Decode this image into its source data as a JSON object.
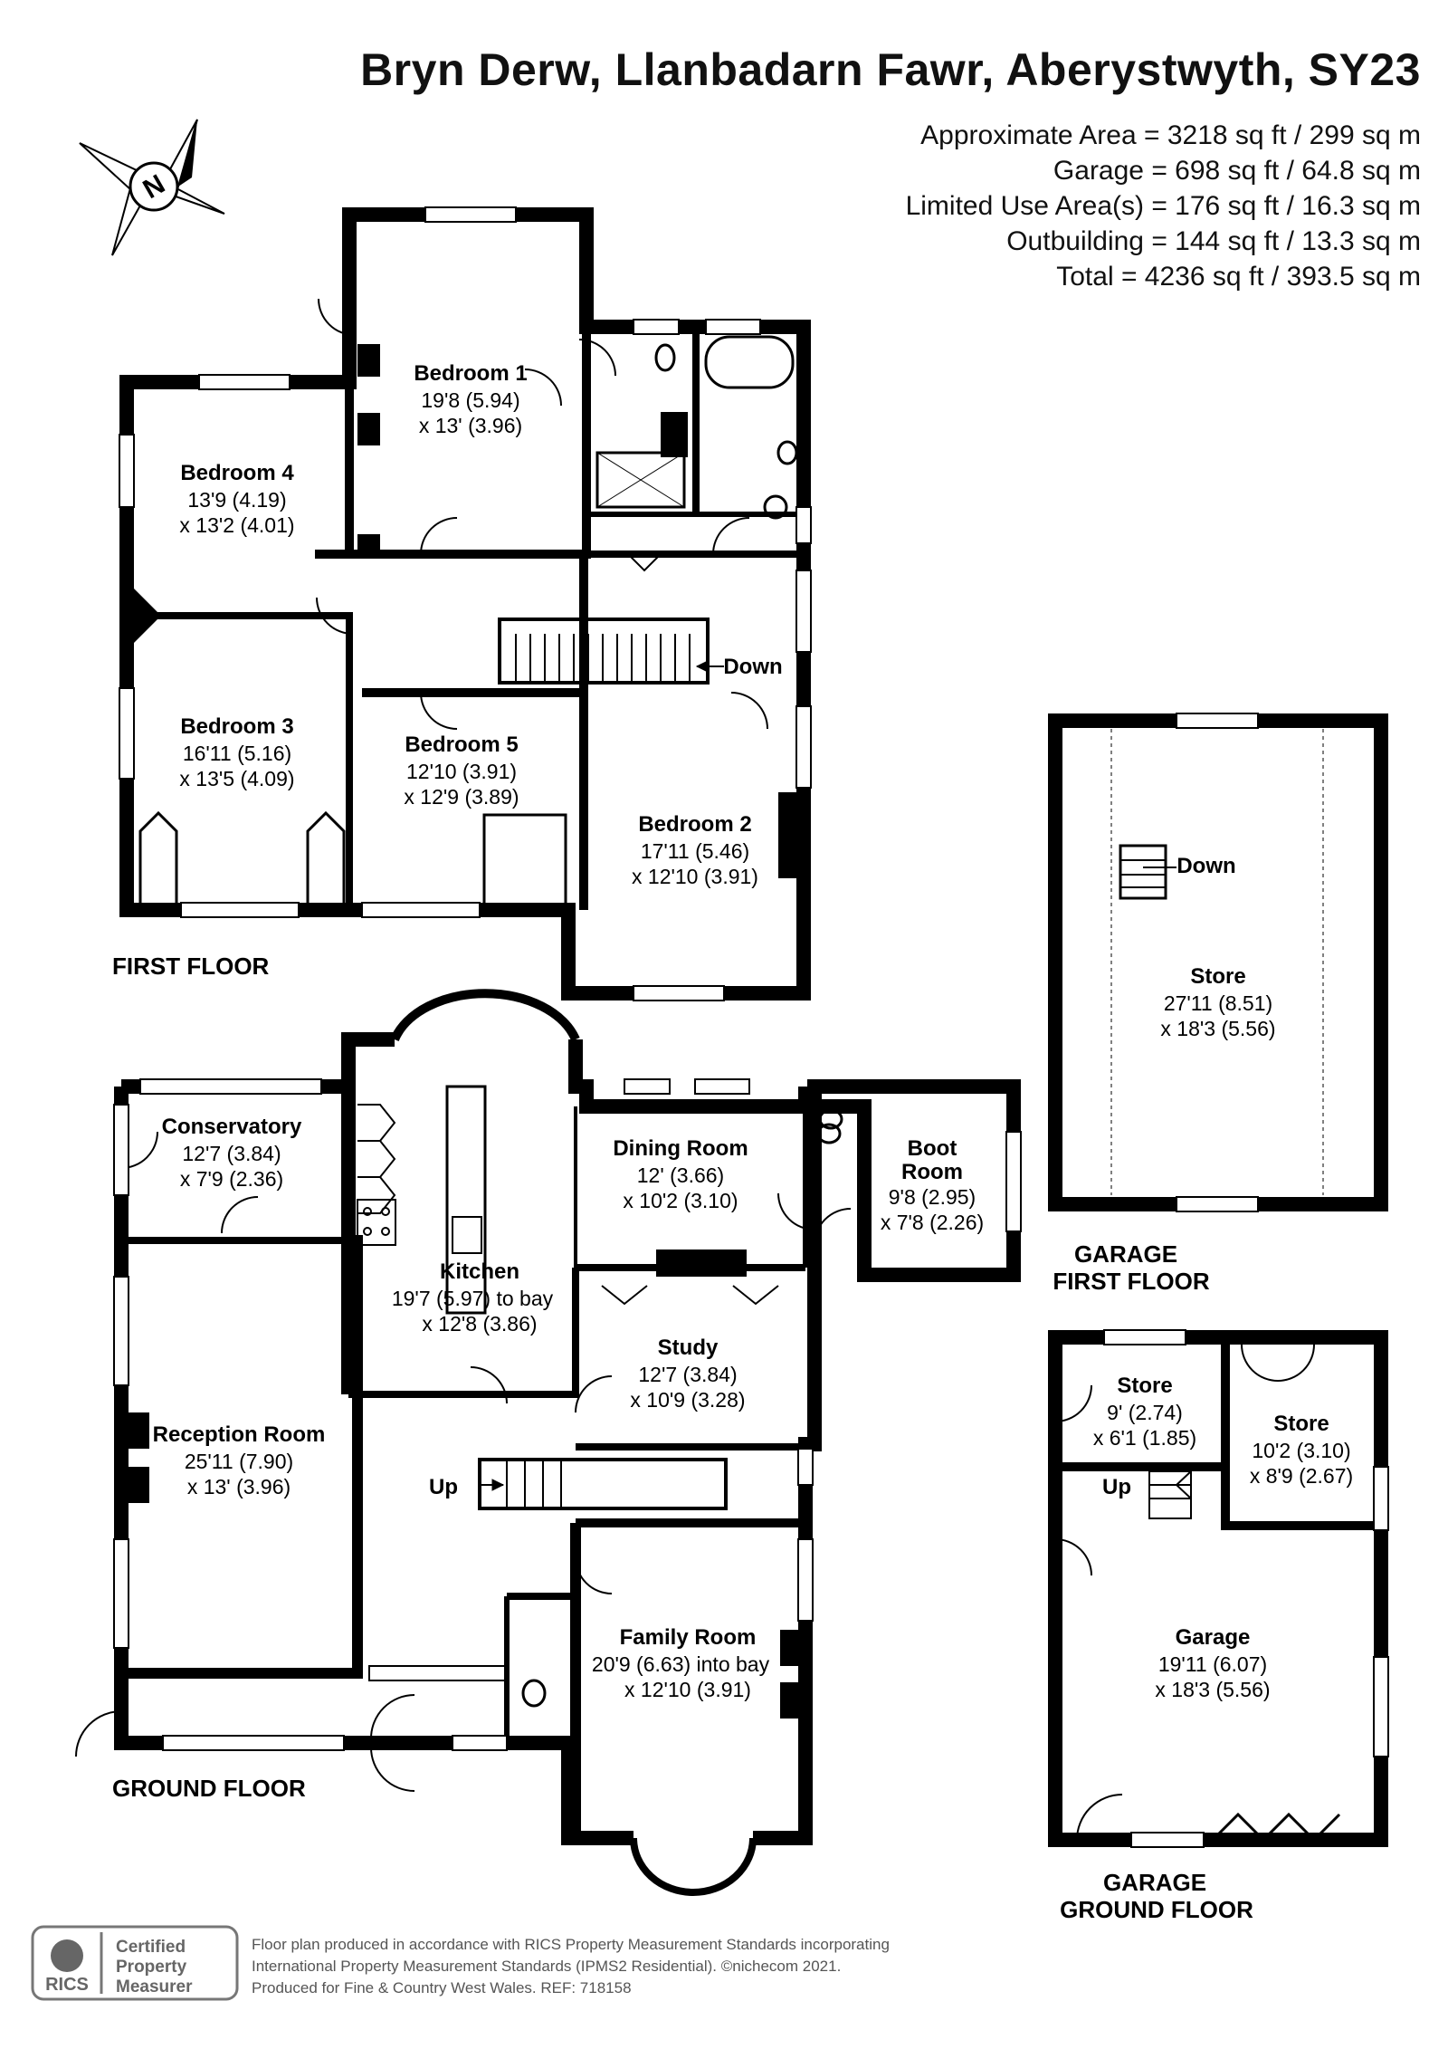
{
  "title": "Bryn Derw, Llanbadarn Fawr, Aberystwyth, SY23",
  "areas": [
    "Approximate Area = 3218 sq ft / 299 sq m",
    "Garage = 698 sq ft / 64.8 sq m",
    "Limited Use Area(s) = 176 sq ft / 16.3 sq m",
    "Outbuilding = 144 sq ft / 13.3 sq m",
    "Total = 4236 sq ft / 393.5 sq m"
  ],
  "compass": "N",
  "floors": {
    "first": "FIRST FLOOR",
    "ground": "GROUND FLOOR",
    "garage_first": [
      "GARAGE",
      "FIRST FLOOR"
    ],
    "garage_ground": [
      "GARAGE",
      "GROUND FLOOR"
    ]
  },
  "rooms": {
    "bedroom1": {
      "name": "Bedroom 1",
      "dims": [
        "19'8 (5.94)",
        "x 13' (3.96)"
      ]
    },
    "bedroom4": {
      "name": "Bedroom 4",
      "dims": [
        "13'9 (4.19)",
        "x 13'2 (4.01)"
      ]
    },
    "bedroom3": {
      "name": "Bedroom 3",
      "dims": [
        "16'11 (5.16)",
        "x 13'5 (4.09)"
      ]
    },
    "bedroom5": {
      "name": "Bedroom 5",
      "dims": [
        "12'10 (3.91)",
        "x 12'9 (3.89)"
      ]
    },
    "bedroom2": {
      "name": "Bedroom 2",
      "dims": [
        "17'11 (5.46)",
        "x 12'10 (3.91)"
      ]
    },
    "store_top": {
      "name": "Store",
      "dims": [
        "27'11 (8.51)",
        "x 18'3 (5.56)"
      ]
    },
    "conservatory": {
      "name": "Conservatory",
      "dims": [
        "12'7 (3.84)",
        "x 7'9 (2.36)"
      ]
    },
    "kitchen": {
      "name": "Kitchen",
      "dims": [
        "19'7 (5.97) to bay",
        "x 12'8 (3.86)"
      ]
    },
    "dining": {
      "name": "Dining Room",
      "dims": [
        "12' (3.66)",
        "x 10'2 (3.10)"
      ]
    },
    "boot": {
      "name": [
        "Boot",
        "Room"
      ],
      "dims": [
        "9'8 (2.95)",
        "x 7'8 (2.26)"
      ]
    },
    "study": {
      "name": "Study",
      "dims": [
        "12'7 (3.84)",
        "x 10'9 (3.28)"
      ]
    },
    "reception": {
      "name": "Reception Room",
      "dims": [
        "25'11 (7.90)",
        "x 13' (3.96)"
      ]
    },
    "family": {
      "name": "Family Room",
      "dims": [
        "20'9 (6.63) into bay",
        "x 12'10 (3.91)"
      ]
    },
    "store_small": {
      "name": "Store",
      "dims": [
        "9' (2.74)",
        "x 6'1 (1.85)"
      ]
    },
    "store_right": {
      "name": "Store",
      "dims": [
        "10'2 (3.10)",
        "x 8'9 (2.67)"
      ]
    },
    "garage": {
      "name": "Garage",
      "dims": [
        "19'11 (6.07)",
        "x 18'3 (5.56)"
      ]
    }
  },
  "stairs": {
    "down": "Down",
    "up": "Up"
  },
  "rics": {
    "logo": "RICS",
    "cert": [
      "Certified",
      "Property",
      "Measurer"
    ]
  },
  "footer": [
    "Floor plan produced in accordance with RICS Property Measurement Standards incorporating",
    "International Property Measurement Standards (IPMS2 Residential).  ©nichecom 2021.",
    "Produced for Fine & Country West Wales.  REF:  718158"
  ]
}
